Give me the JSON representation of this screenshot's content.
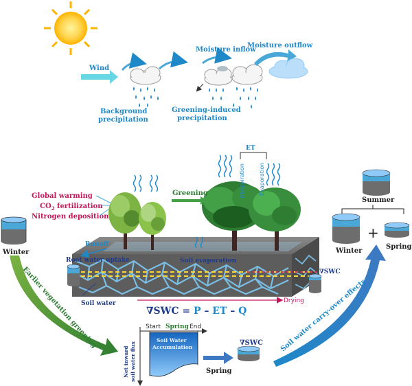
{
  "atmosphere": {
    "wind": "Wind",
    "moisture_inflow": "Moisture inflow",
    "moisture_outflow": "Moisture outflow",
    "background_precip": [
      "Background",
      "precipitation"
    ],
    "greening_precip": [
      "Greening-induced",
      "precipitation"
    ]
  },
  "drivers": {
    "global_warming": "Global warming",
    "co2_prefix": "CO",
    "co2_sub": "2",
    "co2_suffix": " fertilization",
    "nitrogen": "Nitrogen deposition"
  },
  "land": {
    "greening": "Greening",
    "et": "ET",
    "transpiration": "Transpiration",
    "evaporation": "Evaporation",
    "runoff": "Runoff",
    "root_uptake": "Root water uptake",
    "soil_evaporation": "Soil evaporation",
    "soil_water": "Soil water",
    "drying": "Drying",
    "delta_swc_label": "∇SWC",
    "eq": {
      "lhs": "∇SWC",
      "eq": " = ",
      "p": "P",
      "m1": " – ",
      "et": "ET",
      "m2": " – ",
      "q": "Q"
    }
  },
  "seasons": {
    "winter_left": "Winter",
    "summer": "Summer",
    "winter_right": "Winter",
    "spring_right": "Spring",
    "plus": "+",
    "spring_bottom": "Spring",
    "delta_swc_bottom": "∇SWC"
  },
  "arrows": {
    "earlier_greening": "Earlier vegetation greening",
    "carry_over": "Soil water carry-over effects"
  },
  "flux_panel": {
    "start": "Start",
    "spring": "Spring",
    "end": "End",
    "accum_line1": "Soil Water",
    "accum_line2": "Accumulation",
    "ylabel_1": "Net inward",
    "ylabel_2": "soil water flux"
  },
  "colors": {
    "blue_text": "#1e88c8",
    "magenta": "#c2185b",
    "green_text": "#2e7d32",
    "water": "#4aa8d8",
    "soil": "#6d6d6d"
  }
}
